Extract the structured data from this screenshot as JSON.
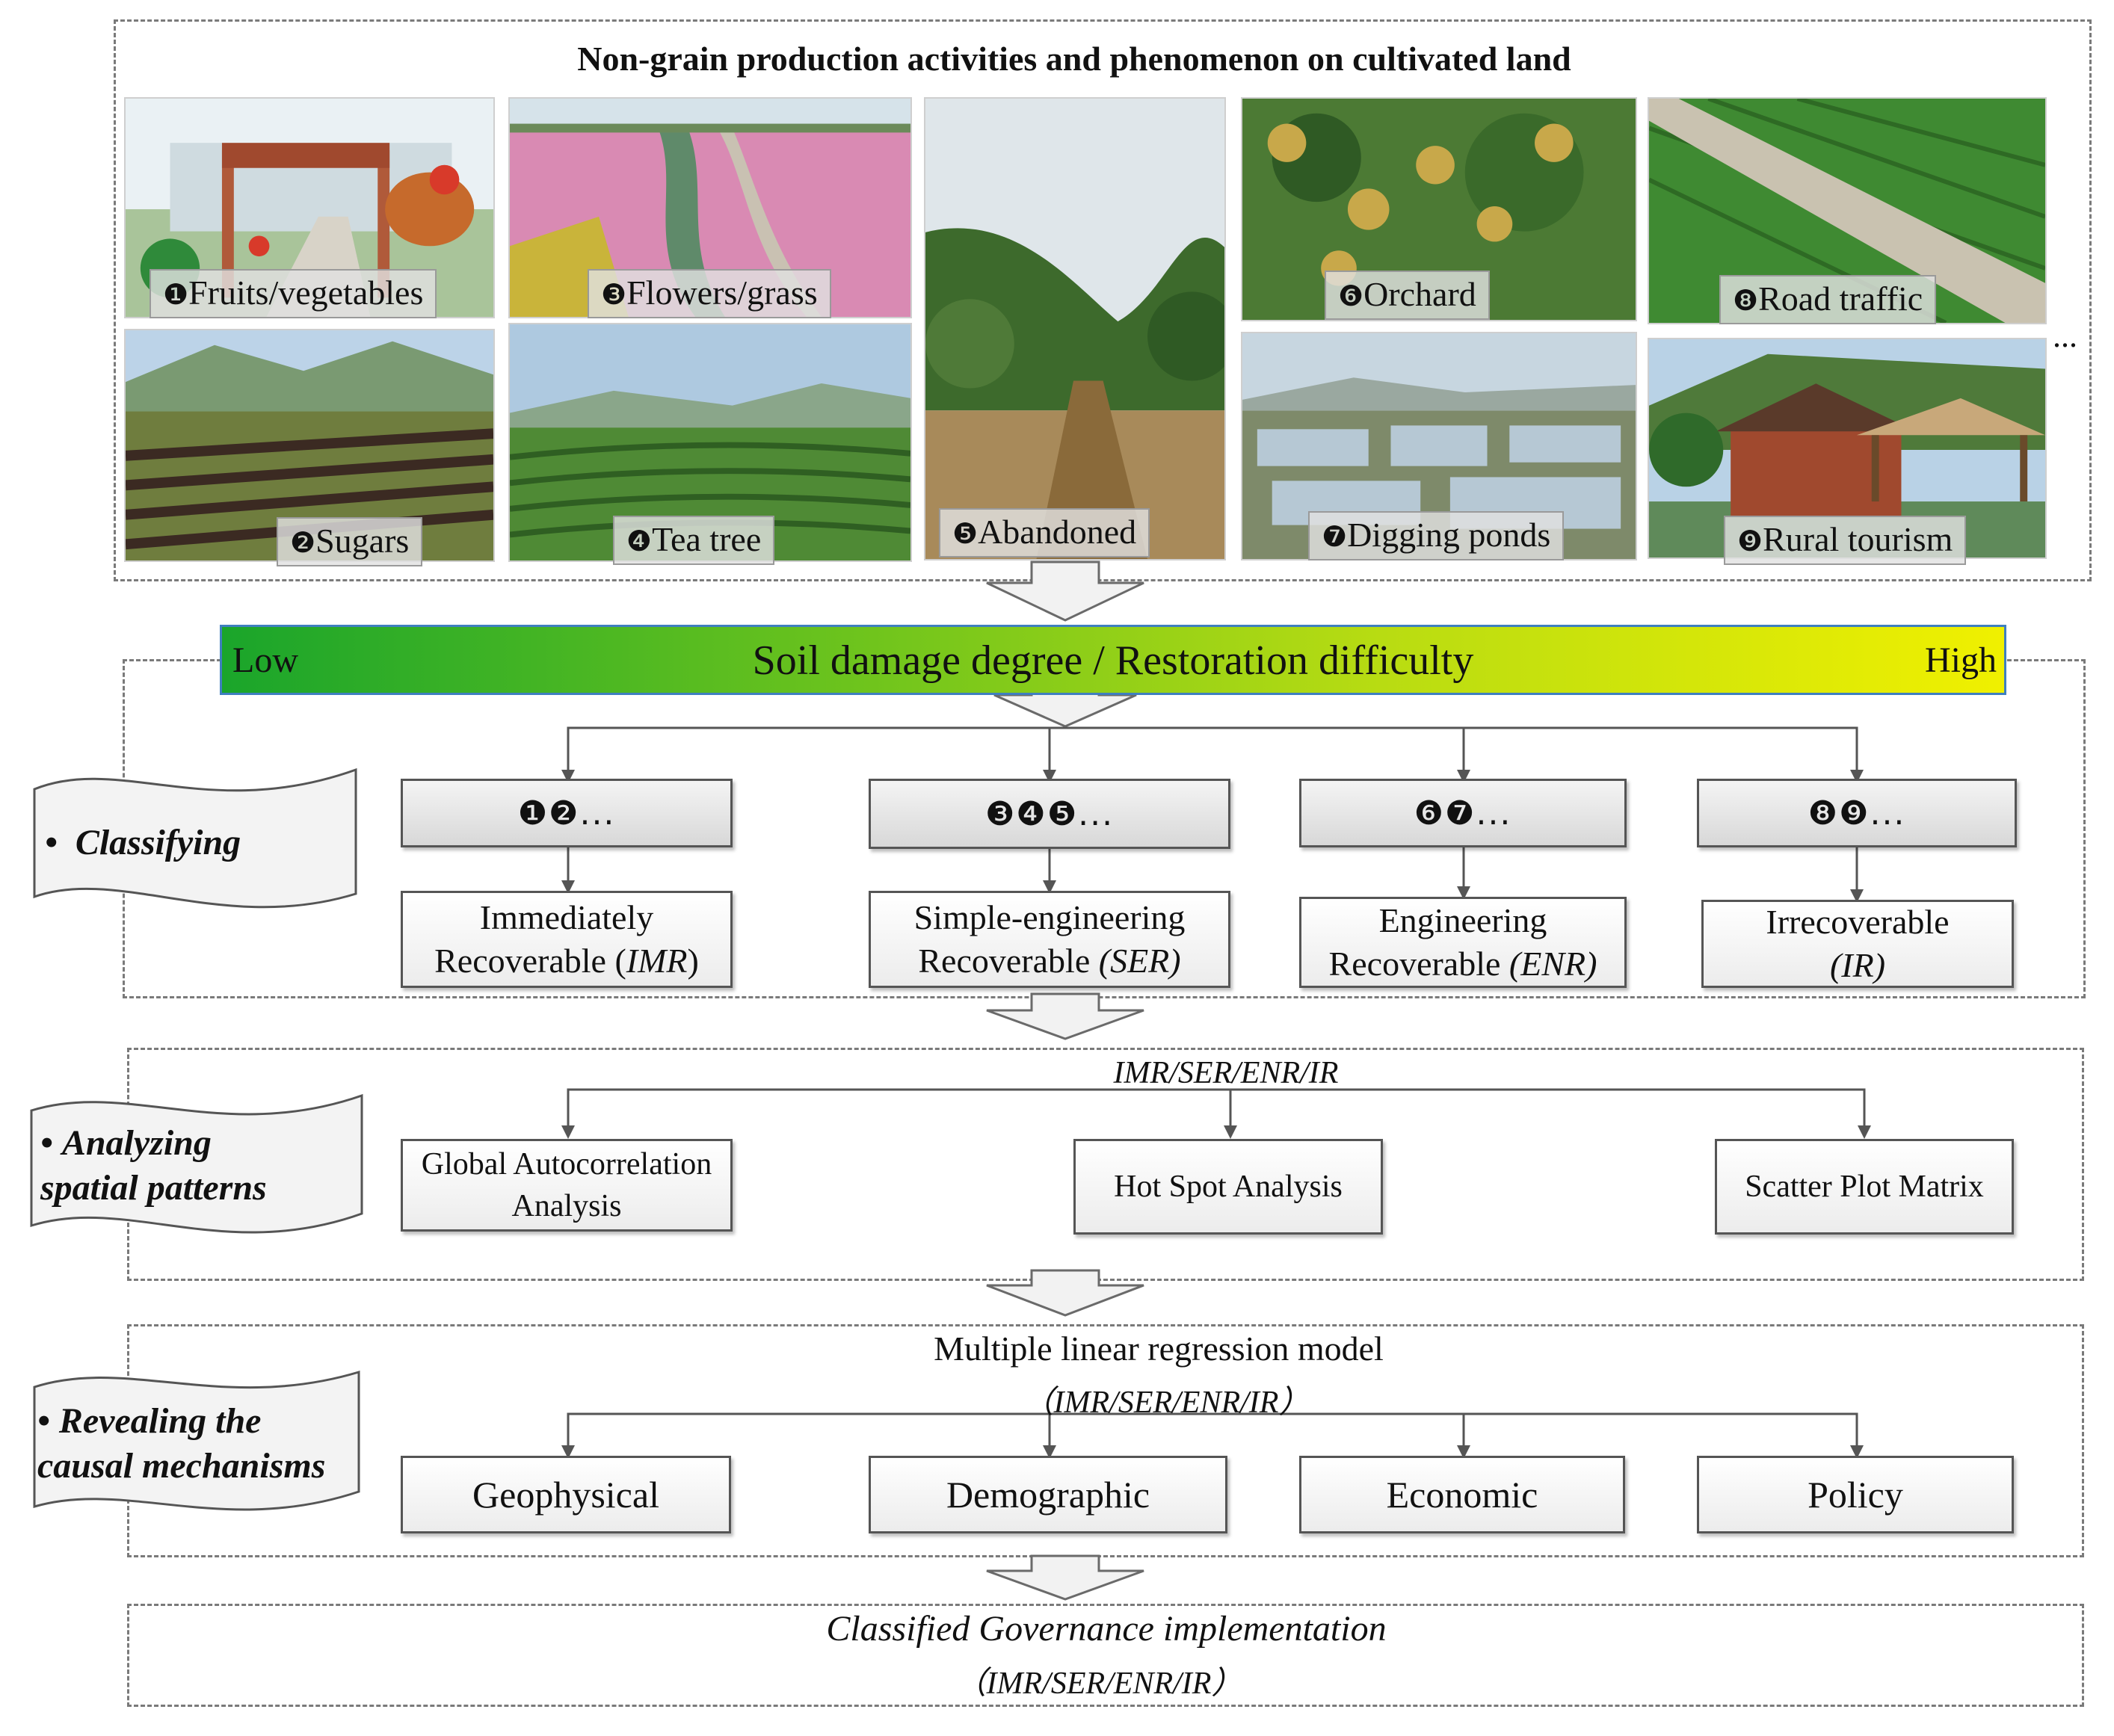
{
  "top": {
    "title": "Non-grain production activities and phenomenon on cultivated land",
    "photos": [
      {
        "num": "❶",
        "label": "Fruits/vegetables"
      },
      {
        "num": "❷",
        "label": "Sugars"
      },
      {
        "num": "❸",
        "label": "Flowers/grass"
      },
      {
        "num": "❹",
        "label": "Tea tree"
      },
      {
        "num": "❺",
        "label": "Abandoned"
      },
      {
        "num": "❻",
        "label": "Orchard"
      },
      {
        "num": "❼",
        "label": "Digging ponds"
      },
      {
        "num": "❽",
        "label": "Road traffic"
      },
      {
        "num": "❾",
        "label": "Rural  tourism"
      }
    ],
    "ellipsis": "..."
  },
  "gradient": {
    "low": "Low",
    "high": "High",
    "label": "Soil damage degree /  Restoration difficulty"
  },
  "classifying": {
    "flag": "Classifying",
    "groups": [
      {
        "nums": "❶❷...",
        "line1": "Immediately",
        "line2_plain": "Recoverable (",
        "line2_italic": "IMR",
        "line2_end": ")"
      },
      {
        "nums": "❸❹❺...",
        "line1": "Simple-engineering",
        "line2_plain": "Recoverable ",
        "line2_italic": "(SER)",
        "line2_end": ""
      },
      {
        "nums": "❻❼...",
        "line1": "Engineering",
        "line2_plain": "Recoverable ",
        "line2_italic": "(ENR)",
        "line2_end": ""
      },
      {
        "nums": "❽❾...",
        "line1": "Irrecoverable",
        "line2_plain": "",
        "line2_italic": "(IR)",
        "line2_end": ""
      }
    ]
  },
  "analyzing": {
    "flag_line1": "Analyzing",
    "flag_line2": "spatial patterns",
    "label": "IMR/SER/ENR/IR",
    "boxes": [
      "Global Autocorrelation Analysis",
      "Hot Spot Analysis",
      "Scatter Plot Matrix"
    ]
  },
  "revealing": {
    "flag_line1": "Revealing the",
    "flag_line2": "causal mechanisms",
    "model": "Multiple linear regression model",
    "model_sub": "（IMR/SER/ENR/IR）",
    "boxes": [
      "Geophysical",
      "Demographic",
      "Economic",
      "Policy"
    ]
  },
  "governance": {
    "label": "Classified Governance implementation",
    "sub": "（IMR/SER/ENR/IR）"
  },
  "bullet": "•"
}
